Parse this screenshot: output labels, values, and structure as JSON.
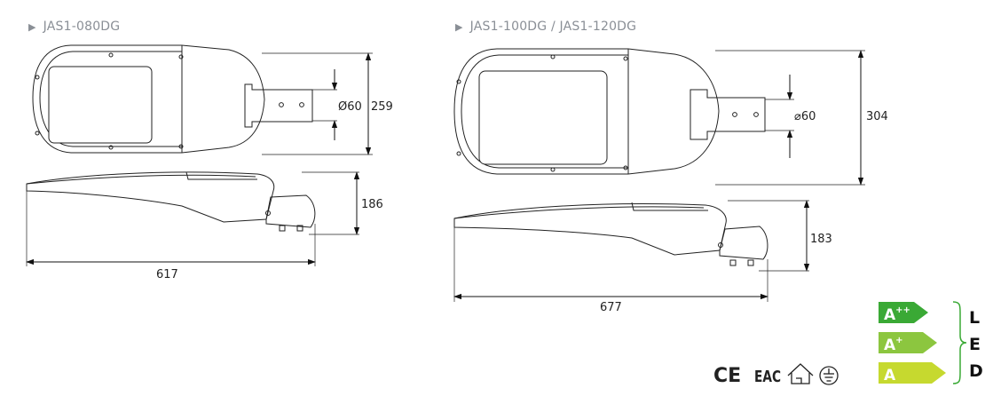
{
  "models": {
    "left": {
      "title": "JAS1-080DG",
      "width": "617",
      "height_top": "259",
      "height_side": "186",
      "diameter": "Ø60"
    },
    "right": {
      "title": "JAS1-100DG / JAS1-120DG",
      "width": "677",
      "height_top": "304",
      "height_side": "183",
      "diameter": "⌀60"
    }
  },
  "energy": {
    "classes": [
      {
        "label": "A",
        "sup": "++",
        "color": "#3aa935"
      },
      {
        "label": "A",
        "sup": "+",
        "color": "#8cc63f"
      },
      {
        "label": "A",
        "sup": "",
        "color": "#c6d92f"
      }
    ],
    "letters": [
      "L",
      "E",
      "D"
    ]
  },
  "certifications": {
    "ce": "CE",
    "eac": "EAC",
    "icons": [
      "ce-mark-icon",
      "eac-mark-icon",
      "indoor-use-house-icon",
      "protective-earth-icon"
    ]
  }
}
